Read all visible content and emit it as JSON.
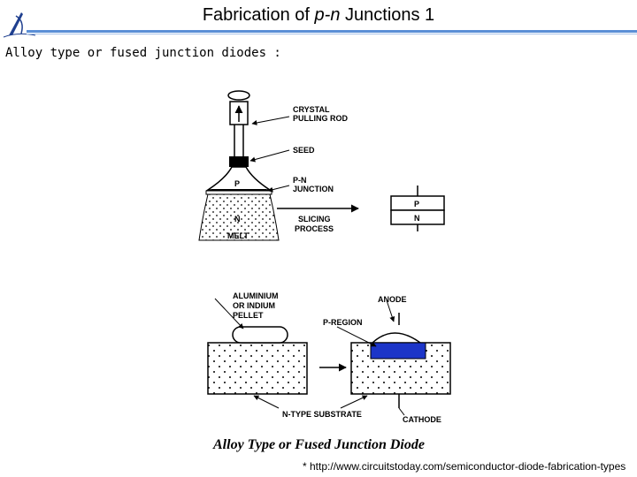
{
  "header": {
    "title_prefix": "Fabrication of ",
    "title_italic": "p-n",
    "title_suffix": " Junctions 1"
  },
  "subtitle": "Alloy type or fused junction diodes :",
  "figure": {
    "top_labels": {
      "crystal_line1": "CRYSTAL",
      "crystal_line2": "PULLING ROD",
      "seed": "SEED",
      "pn_line1": "P-N",
      "pn_line2": "JUNCTION",
      "slicing_line1": "SLICING",
      "slicing_line2": "PROCESS",
      "p_region": "P",
      "n_melt_line1": "N",
      "n_melt_line2": "MELT",
      "slice_p": "P",
      "slice_n": "N"
    },
    "bottom_labels": {
      "aluminium_line1": "ALUMINIUM",
      "aluminium_line2": "OR INDIUM",
      "aluminium_line3": "PELLET",
      "anode": "ANODE",
      "p_region": "P-REGION",
      "n_substrate": "N-TYPE SUBSTRATE",
      "cathode": "CATHODE"
    },
    "caption": "Alloy Type or Fused Junction Diode"
  },
  "footnote": "* http://www.circuitstoday.com/semiconductor-diode-fabrication-types",
  "colors": {
    "rule": "#5b8fd6",
    "logo": "#1f3f8f"
  }
}
